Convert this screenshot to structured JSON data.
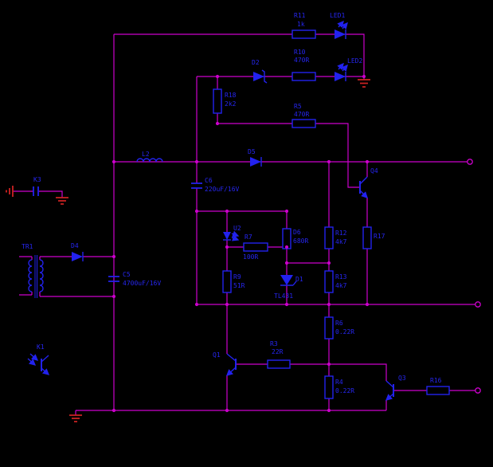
{
  "title": "switching-power-supply-secondary-schematic",
  "colors": {
    "background": "#000000",
    "wire": "#CC00CC",
    "component": "#2222EE",
    "ground": "#CC2222"
  },
  "components": {
    "r11": {
      "label": "R11",
      "value": "1k"
    },
    "led1": {
      "label": "LED1"
    },
    "led2": {
      "label": "LED2"
    },
    "r10": {
      "label": "R10",
      "value": "470R"
    },
    "d2": {
      "label": "D2"
    },
    "r18": {
      "label": "R18",
      "value": "2k2"
    },
    "r5": {
      "label": "R5",
      "value": "470R"
    },
    "l2": {
      "label": "L2"
    },
    "d5": {
      "label": "D5"
    },
    "c6": {
      "label": "C6",
      "value": "220uF/16V"
    },
    "k3": {
      "label": "K3"
    },
    "tr1": {
      "label": "TR1"
    },
    "d4": {
      "label": "D4"
    },
    "c5": {
      "label": "C5",
      "value": "4700uF/16V"
    },
    "u2": {
      "label": "U2"
    },
    "r7": {
      "label": "R7",
      "value": "100R"
    },
    "d6": {
      "label": "D6",
      "value": "680R"
    },
    "r12": {
      "label": "R12",
      "value": "4k7"
    },
    "r17": {
      "label": "R17"
    },
    "q4": {
      "label": "Q4"
    },
    "d1": {
      "label": "D1",
      "value": "TL431"
    },
    "r13": {
      "label": "R13",
      "value": "4k7"
    },
    "r9": {
      "label": "R9",
      "value": "51R"
    },
    "r6": {
      "label": "R6",
      "value": "0.22R"
    },
    "r3": {
      "label": "R3",
      "value": "22R"
    },
    "q1": {
      "label": "Q1"
    },
    "r4": {
      "label": "R4",
      "value": "0.22R"
    },
    "q3": {
      "label": "Q3"
    },
    "r16": {
      "label": "R16"
    },
    "k1": {
      "label": "K1"
    }
  }
}
